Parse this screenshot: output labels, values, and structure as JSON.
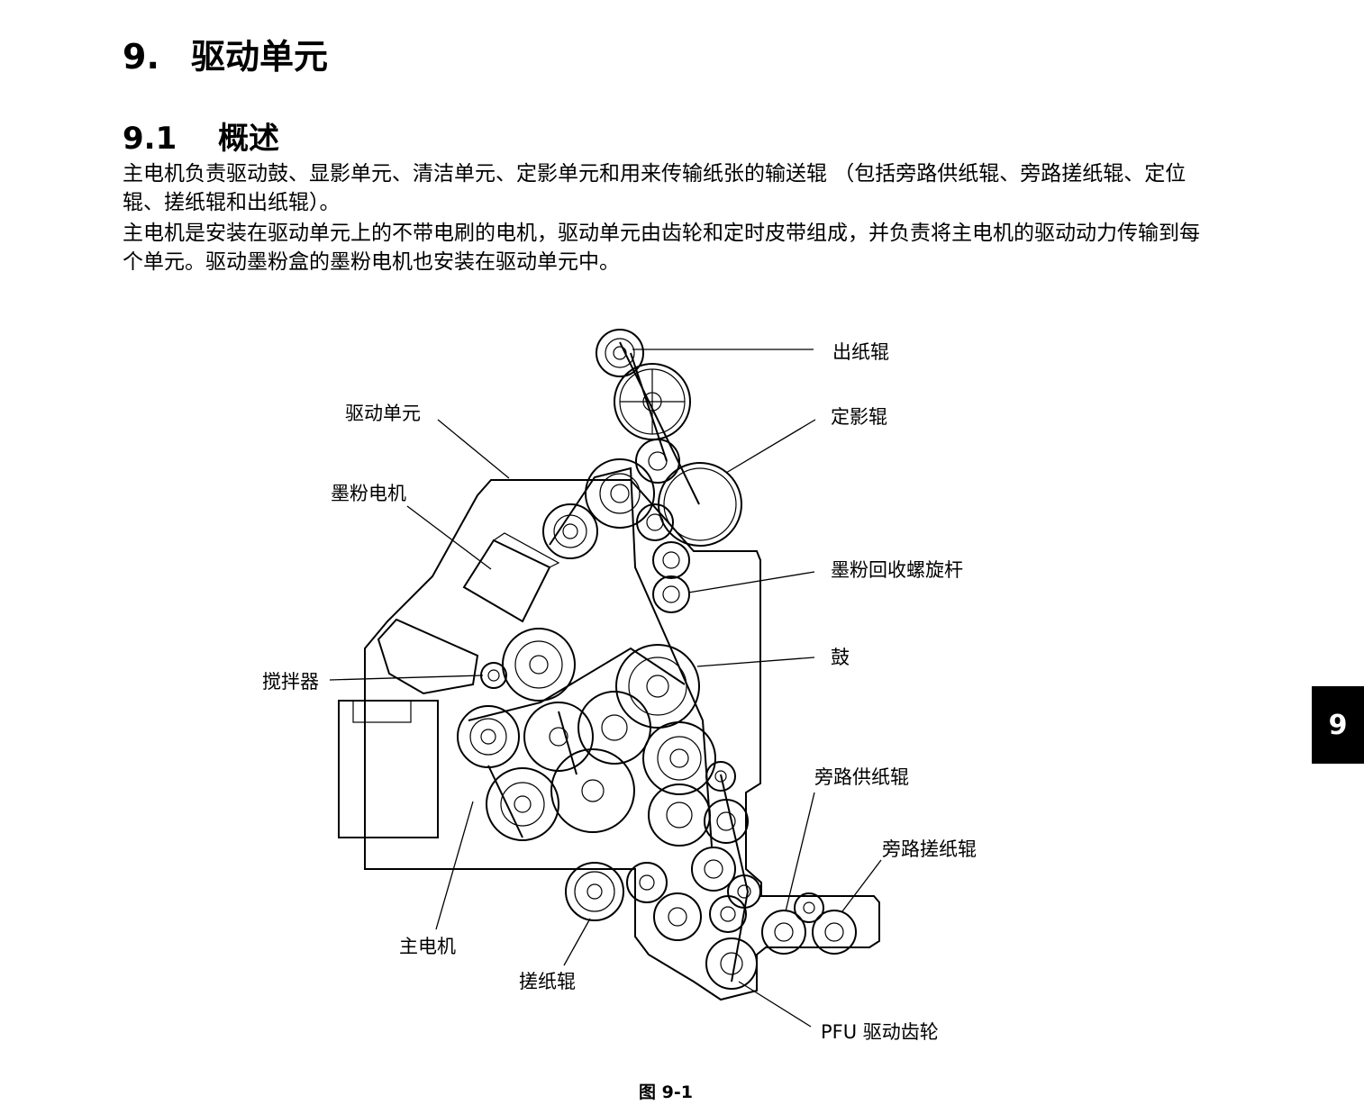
{
  "heading1": {
    "number": "9.",
    "title": "驱动单元"
  },
  "heading2": {
    "number": "9.1",
    "title": "概述"
  },
  "paragraphs": [
    "主电机负责驱动鼓、显影单元、清洁单元、定影单元和用来传输纸张的输送辊 （包括旁路供纸辊、旁路搓纸辊、定位辊、搓纸辊和出纸辊）。",
    "主电机是安装在驱动单元上的不带电刷的电机，驱动单元由齿轮和定时皮带组成，并负责将主电机的驱动动力传输到每个单元。驱动墨粉盒的墨粉电机也安装在驱动单元中。"
  ],
  "labels": {
    "exit_roller": "出纸辊",
    "drive_unit": "驱动单元",
    "fuser_roller": "定影辊",
    "toner_motor": "墨粉电机",
    "toner_recovery_auger": "墨粉回收螺旋杆",
    "drum": "鼓",
    "agitator": "搅拌器",
    "bypass_feed_roller": "旁路供纸辊",
    "bypass_pickup_roller": "旁路搓纸辊",
    "main_motor": "主电机",
    "pickup_roller": "搓纸辊",
    "pfu_drive_gear": "PFU  驱动齿轮"
  },
  "caption": "图 9-1",
  "chapter_tab": "9"
}
